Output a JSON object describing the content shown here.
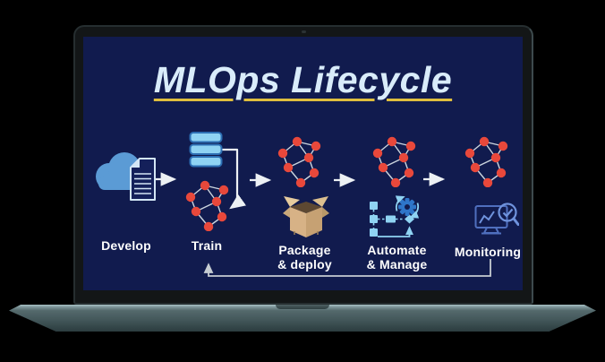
{
  "diagram": {
    "title": "MLOps Lifecycle",
    "stages": {
      "develop": {
        "label": "Develop",
        "icon": "cloud-document-icon"
      },
      "train": {
        "label": "Train",
        "icons": [
          "database-stack-icon",
          "neural-network-icon"
        ]
      },
      "package": {
        "label_line1": "Package",
        "label_line2": "& deploy",
        "icons": [
          "neural-network-icon",
          "open-box-icon"
        ]
      },
      "automate": {
        "label_line1": "Automate",
        "label_line2": "& Manage",
        "icons": [
          "neural-network-icon",
          "gear-flowchart-icon"
        ]
      },
      "monitoring": {
        "label": "Monitoring",
        "icons": [
          "neural-network-icon",
          "monitor-magnifier-icon"
        ]
      }
    },
    "flow_arrows": [
      {
        "from": "Develop",
        "to": "Train"
      },
      {
        "from": "Train",
        "to": "Package & deploy"
      },
      {
        "from": "Package & deploy",
        "to": "Automate & Manage"
      },
      {
        "from": "Automate & Manage",
        "to": "Monitoring"
      },
      {
        "from": "Monitoring",
        "to": "Train",
        "type": "feedback-loop"
      }
    ],
    "colors": {
      "screen_background": "#111b4e",
      "title_text": "#d9ecfa",
      "title_underline": "#dfbe3e",
      "label_text": "#fdfdfd",
      "arrow": "#edf1f4",
      "feedback_arrow": "#c6ccd2",
      "network_node": "#e8483b",
      "network_edge": "#ccd5de",
      "cloud": "#5b9bd5",
      "document_fill": "#14205a",
      "document_stroke": "#d3e6f5",
      "database_fill": "#8fd3f3",
      "database_stroke": "#2d6fb4",
      "box_tan": "#d7b286",
      "automation_accent": "#8fd3f3",
      "gear_blue": "#2e75c9",
      "monitor_stroke": "#4f6fbe",
      "magnifier_stroke": "#6f93dd",
      "laptop_base": "#44585b",
      "laptop_bezel": "#131617"
    }
  }
}
